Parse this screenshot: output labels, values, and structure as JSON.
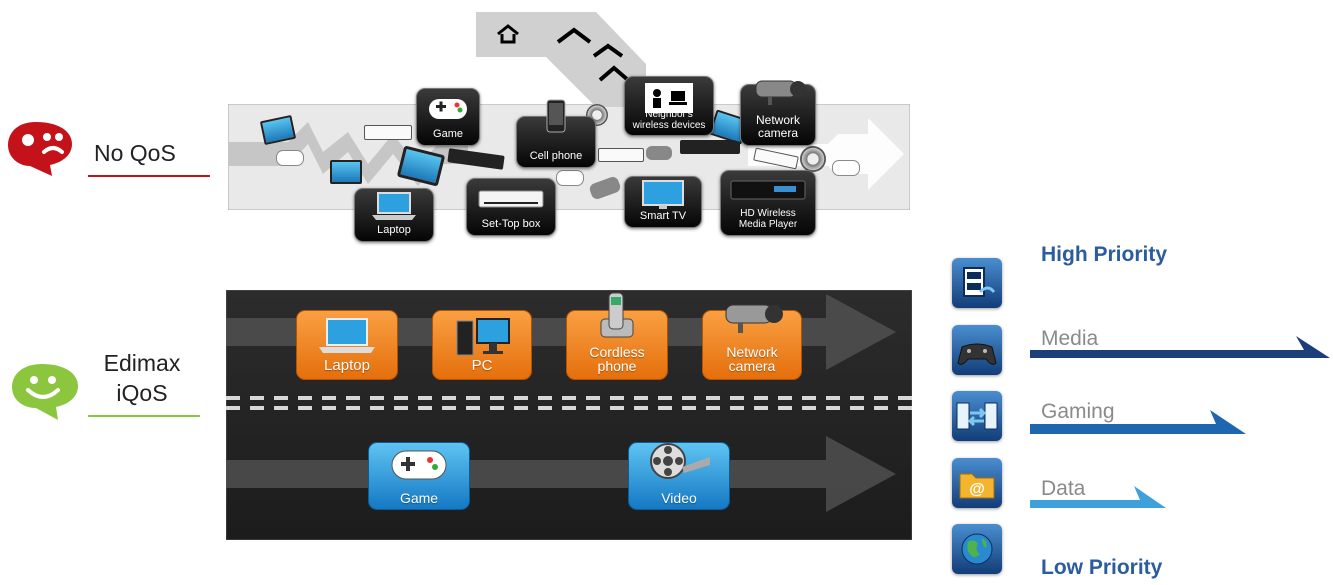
{
  "noqos": {
    "label": "No QoS",
    "devices": {
      "game": "Game",
      "cell_phone": "Cell phone",
      "neighbors_line1": "Neighbor's",
      "neighbors_line2": "wireless devices",
      "network_camera_line1": "Network",
      "network_camera_line2": "camera",
      "laptop": "Laptop",
      "set_top_box": "Set-Top box",
      "smart_tv": "Smart TV",
      "media_player_line1": "HD Wireless",
      "media_player_line2": "Media Player"
    }
  },
  "iqos": {
    "label_line1": "Edimax",
    "label_line2": "iQoS",
    "lane1": {
      "laptop": "Laptop",
      "pc": "PC",
      "cordless_line1": "Cordless",
      "cordless_line2": "phone",
      "camera_line1": "Network",
      "camera_line2": "camera"
    },
    "lane2": {
      "game": "Game",
      "video": "Video"
    }
  },
  "priority": {
    "high": "High Priority",
    "low": "Low Priority",
    "levels": [
      "Media",
      "Gaming",
      "Data"
    ],
    "icons": [
      "media-icon",
      "gamepad-icon",
      "transfer-icon",
      "email-folder-icon",
      "globe-icon"
    ],
    "colors": {
      "high": "#2b5c9e",
      "media_bar": "#1c3f7c",
      "gaming_bar": "#1f66b0",
      "data_bar": "#3fa1dc"
    }
  }
}
